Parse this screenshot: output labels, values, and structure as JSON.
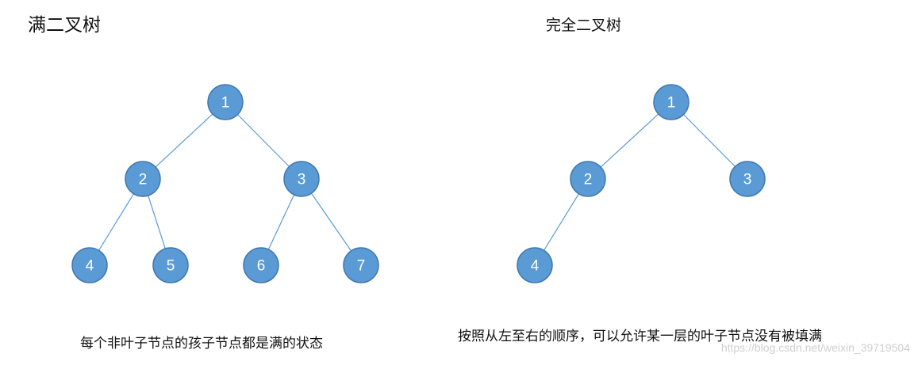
{
  "full_tree": {
    "title": "满二叉树",
    "caption": "每个非叶子节点的孩子节点都是满的状态",
    "nodes": [
      "1",
      "2",
      "3",
      "4",
      "5",
      "6",
      "7"
    ],
    "edges": [
      [
        "1",
        "2"
      ],
      [
        "1",
        "3"
      ],
      [
        "2",
        "4"
      ],
      [
        "2",
        "5"
      ],
      [
        "3",
        "6"
      ],
      [
        "3",
        "7"
      ]
    ]
  },
  "complete_tree": {
    "title": "完全二叉树",
    "caption": "按照从左至右的顺序，可以允许某一层的叶子节点没有被填满",
    "nodes": [
      "1",
      "2",
      "3",
      "4"
    ],
    "edges": [
      [
        "1",
        "2"
      ],
      [
        "1",
        "3"
      ],
      [
        "2",
        "4"
      ]
    ]
  },
  "watermark": "https://blog.csdn.net/weixin_39719504",
  "colors": {
    "node_fill": "#5b9bd5",
    "node_stroke": "#4178b0",
    "edge": "#5b9bd5",
    "node_text": "#ffffff"
  }
}
